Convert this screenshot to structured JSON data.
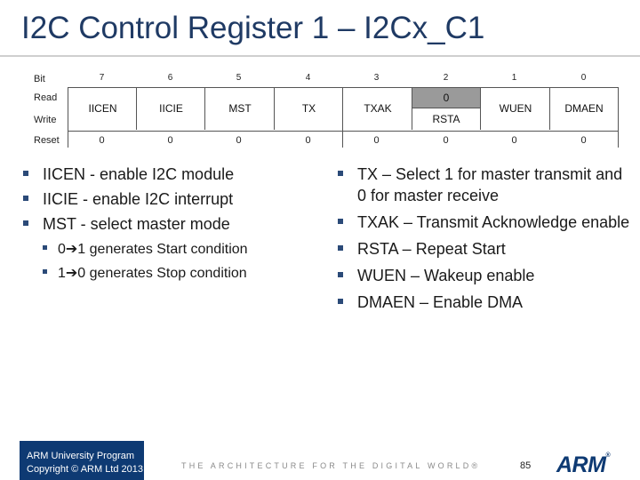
{
  "slide": {
    "title": "I2C Control Register 1 – I2Cx_C1"
  },
  "register": {
    "labels": {
      "bit": "Bit",
      "read": "Read",
      "write": "Write",
      "reset": "Reset"
    },
    "bits": [
      "7",
      "6",
      "5",
      "4",
      "3",
      "2",
      "1",
      "0"
    ],
    "fields": [
      "IICEN",
      "IICIE",
      "MST",
      "TX",
      "TXAK",
      "",
      "WUEN",
      "DMAEN"
    ],
    "bit2": {
      "read_value": "0",
      "write_name": "RSTA"
    },
    "reset": [
      "0",
      "0",
      "0",
      "0",
      "0",
      "0",
      "0",
      "0"
    ],
    "colors": {
      "read_only_fill": "#9a9a9a"
    }
  },
  "left_bullets": [
    "IICEN - enable I2C module",
    "IICIE - enable I2C interrupt",
    "MST - select master mode"
  ],
  "left_sub_bullets": [
    "0➔1 generates Start condition",
    "1➔0 generates Stop condition"
  ],
  "right_bullets": [
    "TX – Select 1 for master transmit and 0 for master receive",
    "TXAK – Transmit Acknowledge enable",
    "RSTA – Repeat Start",
    "WUEN – Wakeup enable",
    "DMAEN – Enable DMA"
  ],
  "footer": {
    "program": "ARM University Program",
    "copyright": "Copyright © ARM Ltd 2013",
    "tagline": "THE ARCHITECTURE FOR THE DIGITAL WORLD®",
    "page": "85",
    "logo": "ARM"
  }
}
